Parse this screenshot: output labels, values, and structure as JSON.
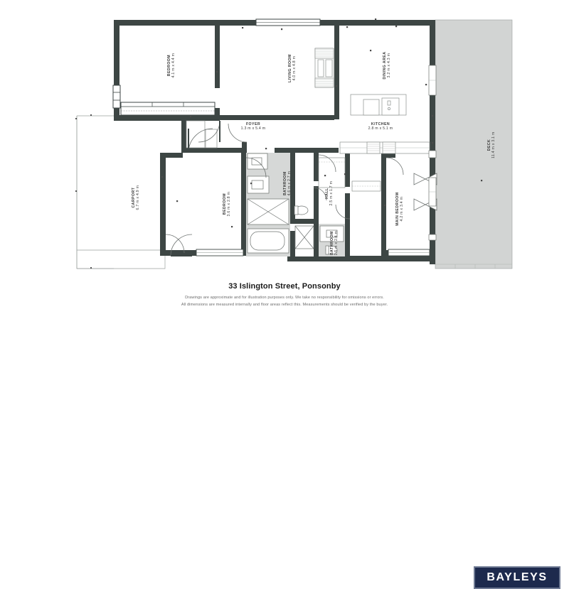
{
  "document": {
    "title": "33 Islington Street, Ponsonby",
    "disclaimer_line1": "Drawings are approximate and for illustration purposes only. We take no responsibility for omissions or errors.",
    "disclaimer_line2": "All dimensions are measured internally and floor areas reflect this. Measurements should be verified by the buyer."
  },
  "brand": {
    "name": "BAYLEYS",
    "box_color": "#1d2a4d",
    "border_color": "#6f7a93",
    "text_color": "#ffffff"
  },
  "colors": {
    "wall": "#3d4644",
    "deck_fill": "#d2d4d3",
    "wet_area_fill": "#d6d8d7",
    "thin_line": "#8b908e",
    "label_text": "#3b3b3b",
    "background": "#ffffff"
  },
  "rooms": [
    {
      "id": "bedroom-1",
      "name": "BEDROOM",
      "dimensions": "4.1 m x 4.4 m",
      "rotated": true
    },
    {
      "id": "living-room",
      "name": "LIVING ROOM",
      "dimensions": "4.0 m x 4.8 m",
      "rotated": true
    },
    {
      "id": "dining-area",
      "name": "DINING AREA",
      "dimensions": "3.2 m x 4.3 m",
      "rotated": true
    },
    {
      "id": "deck",
      "name": "DECK",
      "dimensions": "11.4 m x 3.1 m",
      "rotated": true
    },
    {
      "id": "foyer",
      "name": "FOYER",
      "dimensions": "1.3 m x 5.4 m",
      "rotated": false
    },
    {
      "id": "kitchen",
      "name": "KITCHEN",
      "dimensions": "2.8 m x 5.1 m",
      "rotated": false
    },
    {
      "id": "carport",
      "name": "CARPORT",
      "dimensions": "6.7 m x 4.9 m",
      "rotated": true
    },
    {
      "id": "bedroom-2",
      "name": "BEDROOM",
      "dimensions": "3.6 m x 2.8 m",
      "rotated": true
    },
    {
      "id": "bathroom-1",
      "name": "BATHROOM",
      "dimensions": "4.6 m x 2.7 m",
      "rotated": true
    },
    {
      "id": "hall",
      "name": "HALL",
      "dimensions": "2.5 m x 1.7 m",
      "rotated": true
    },
    {
      "id": "bathroom-2",
      "name": "BATHROOM",
      "dimensions": "1.5 m x 2.4 m",
      "rotated": true
    },
    {
      "id": "main-bedroom",
      "name": "MAIN BEDROOM",
      "dimensions": "4.2 m x 3.4 m",
      "rotated": true
    }
  ]
}
